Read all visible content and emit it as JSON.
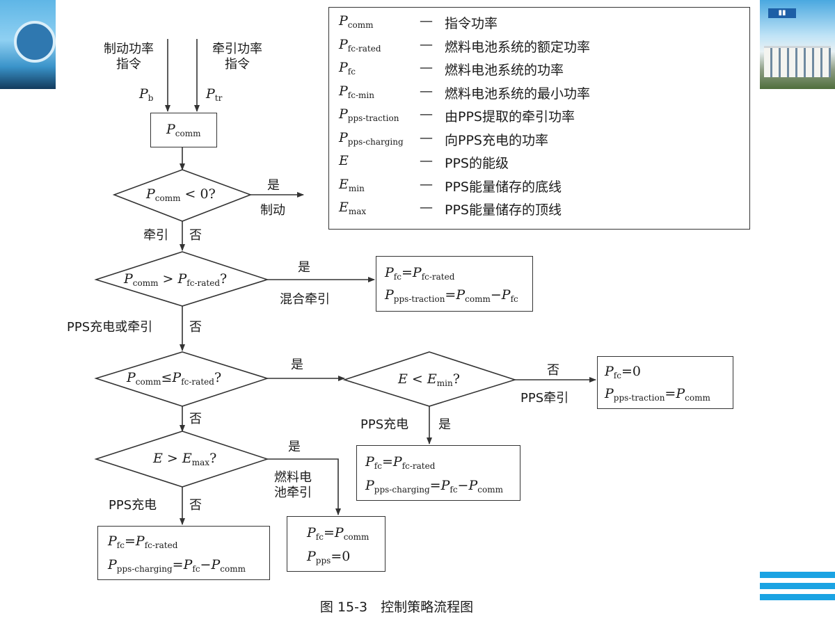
{
  "legend": [
    {
      "sym": "P",
      "sub": "comm",
      "desc": "指令功率"
    },
    {
      "sym": "P",
      "sub": "fc-rated",
      "desc": "燃料电池系统的额定功率"
    },
    {
      "sym": "P",
      "sub": "fc",
      "desc": "燃料电池系统的功率"
    },
    {
      "sym": "P",
      "sub": "fc-min",
      "desc": "燃料电池系统的最小功率"
    },
    {
      "sym": "P",
      "sub": "pps-traction",
      "desc": "由PPS提取的牵引功率"
    },
    {
      "sym": "P",
      "sub": "pps-charging",
      "desc": "向PPS充电的功率"
    },
    {
      "sym": "E",
      "sub": "",
      "desc": "PPS的能级"
    },
    {
      "sym": "E",
      "sub": "min",
      "desc": "PPS能量储存的底线"
    },
    {
      "sym": "E",
      "sub": "max",
      "desc": "PPS能量储存的顶线"
    }
  ],
  "legend_dash": "—",
  "inputs": {
    "brake_line1": "制动功率",
    "brake_line2": "指令",
    "brake_symbol": "P",
    "brake_sub": "b",
    "traction_line1": "牵引功率",
    "traction_line2": "指令",
    "traction_symbol": "P",
    "traction_sub": "tr"
  },
  "nodes": {
    "pcomm_box": {
      "sym": "P",
      "sub": "comm"
    },
    "d1": {
      "pre": "P",
      "sub": "comm",
      "post": " < 0?"
    },
    "d2": {
      "pre": "P",
      "sub": "comm",
      "mid": " > P",
      "sub2": "fc-rated",
      "post": "?"
    },
    "d3": {
      "pre": "P",
      "sub": "comm",
      "mid": "≤P",
      "sub2": "fc-rated",
      "post": "?"
    },
    "d4": {
      "pre": "E > E",
      "sub": "max",
      "post": "?"
    },
    "d5": {
      "pre": "E < E",
      "sub": "min",
      "post": "?"
    },
    "box_hybrid": {
      "l1_a": "P",
      "l1_asub": "fc",
      "l1_b": "=P",
      "l1_bsub": "fc-rated",
      "l2_a": "P",
      "l2_asub": "pps-traction",
      "l2_b": "=P",
      "l2_bsub": "comm",
      "l2_c": "−P",
      "l2_csub": "fc"
    },
    "box_pps_traction": {
      "l1_a": "P",
      "l1_asub": "fc",
      "l1_b": "=0",
      "l2_a": "P",
      "l2_asub": "pps-traction",
      "l2_b": "=P",
      "l2_bsub": "comm"
    },
    "box_charge_mid": {
      "l1_a": "P",
      "l1_asub": "fc",
      "l1_b": "=P",
      "l1_bsub": "fc-rated",
      "l2_a": "P",
      "l2_asub": "pps-charging",
      "l2_b": "=P",
      "l2_bsub": "fc",
      "l2_c": "−P",
      "l2_csub": "comm"
    },
    "box_charge_bottom": {
      "l1_a": "P",
      "l1_asub": "fc",
      "l1_b": "=P",
      "l1_bsub": "fc-rated",
      "l2_a": "P",
      "l2_asub": "pps-charging",
      "l2_b": "=P",
      "l2_bsub": "fc",
      "l2_c": "−P",
      "l2_csub": "comm"
    },
    "box_fc_traction": {
      "l1_a": "P",
      "l1_asub": "fc",
      "l1_b": "=P",
      "l1_bsub": "comm",
      "l2_a": "P",
      "l2_asub": "pps",
      "l2_b": "=0"
    }
  },
  "edge_labels": {
    "yes": "是",
    "no": "否",
    "braking": "制动",
    "traction": "牵引",
    "hybrid_traction": "混合牵引",
    "pps_charge_or_traction": "PPS充电或牵引",
    "pps_traction": "PPS牵引",
    "pps_charge": "PPS充电",
    "fc_traction_l1": "燃料电",
    "fc_traction_l2": "池牵引"
  },
  "caption": "图 15-3　控制策略流程图",
  "colors": {
    "line": "#333333",
    "deco_blue": "#1aa3e3"
  }
}
